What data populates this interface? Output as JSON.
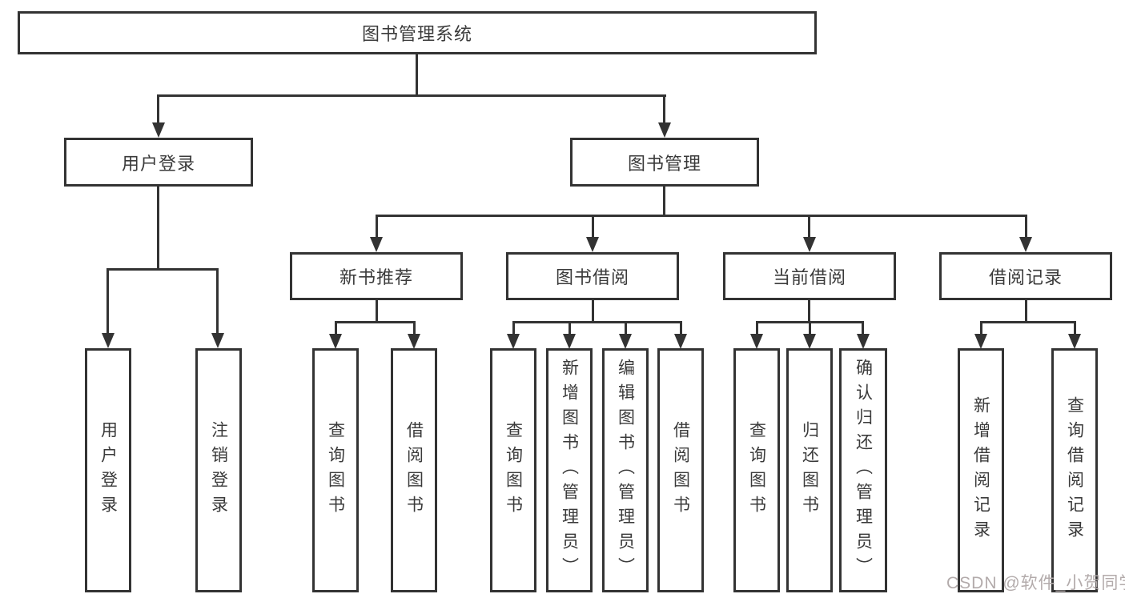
{
  "tree": {
    "root": {
      "label": "图书管理系统"
    },
    "branches": [
      {
        "label": "用户登录",
        "children": [
          {
            "label": "用户登录"
          },
          {
            "label": "注销登录"
          }
        ]
      },
      {
        "label": "图书管理",
        "children": [
          {
            "label": "新书推荐",
            "children": [
              {
                "label": "查询图书"
              },
              {
                "label": "借阅图书"
              }
            ]
          },
          {
            "label": "图书借阅",
            "children": [
              {
                "label": "查询图书"
              },
              {
                "label": "新增图书（管理员）"
              },
              {
                "label": "编辑图书（管理员）"
              },
              {
                "label": "借阅图书"
              }
            ]
          },
          {
            "label": "当前借阅",
            "children": [
              {
                "label": "查询图书"
              },
              {
                "label": "归还图书"
              },
              {
                "label": "确认归还（管理员）"
              }
            ]
          },
          {
            "label": "借阅记录",
            "children": [
              {
                "label": "新增借阅记录"
              },
              {
                "label": "查询借阅记录"
              }
            ]
          }
        ]
      }
    ]
  },
  "watermark": {
    "text": "CSDN @软件_小贺同学"
  },
  "colors": {
    "line": "#333333",
    "text": "#3a3a3a",
    "watermark": "#b3abab",
    "background": "#ffffff"
  }
}
